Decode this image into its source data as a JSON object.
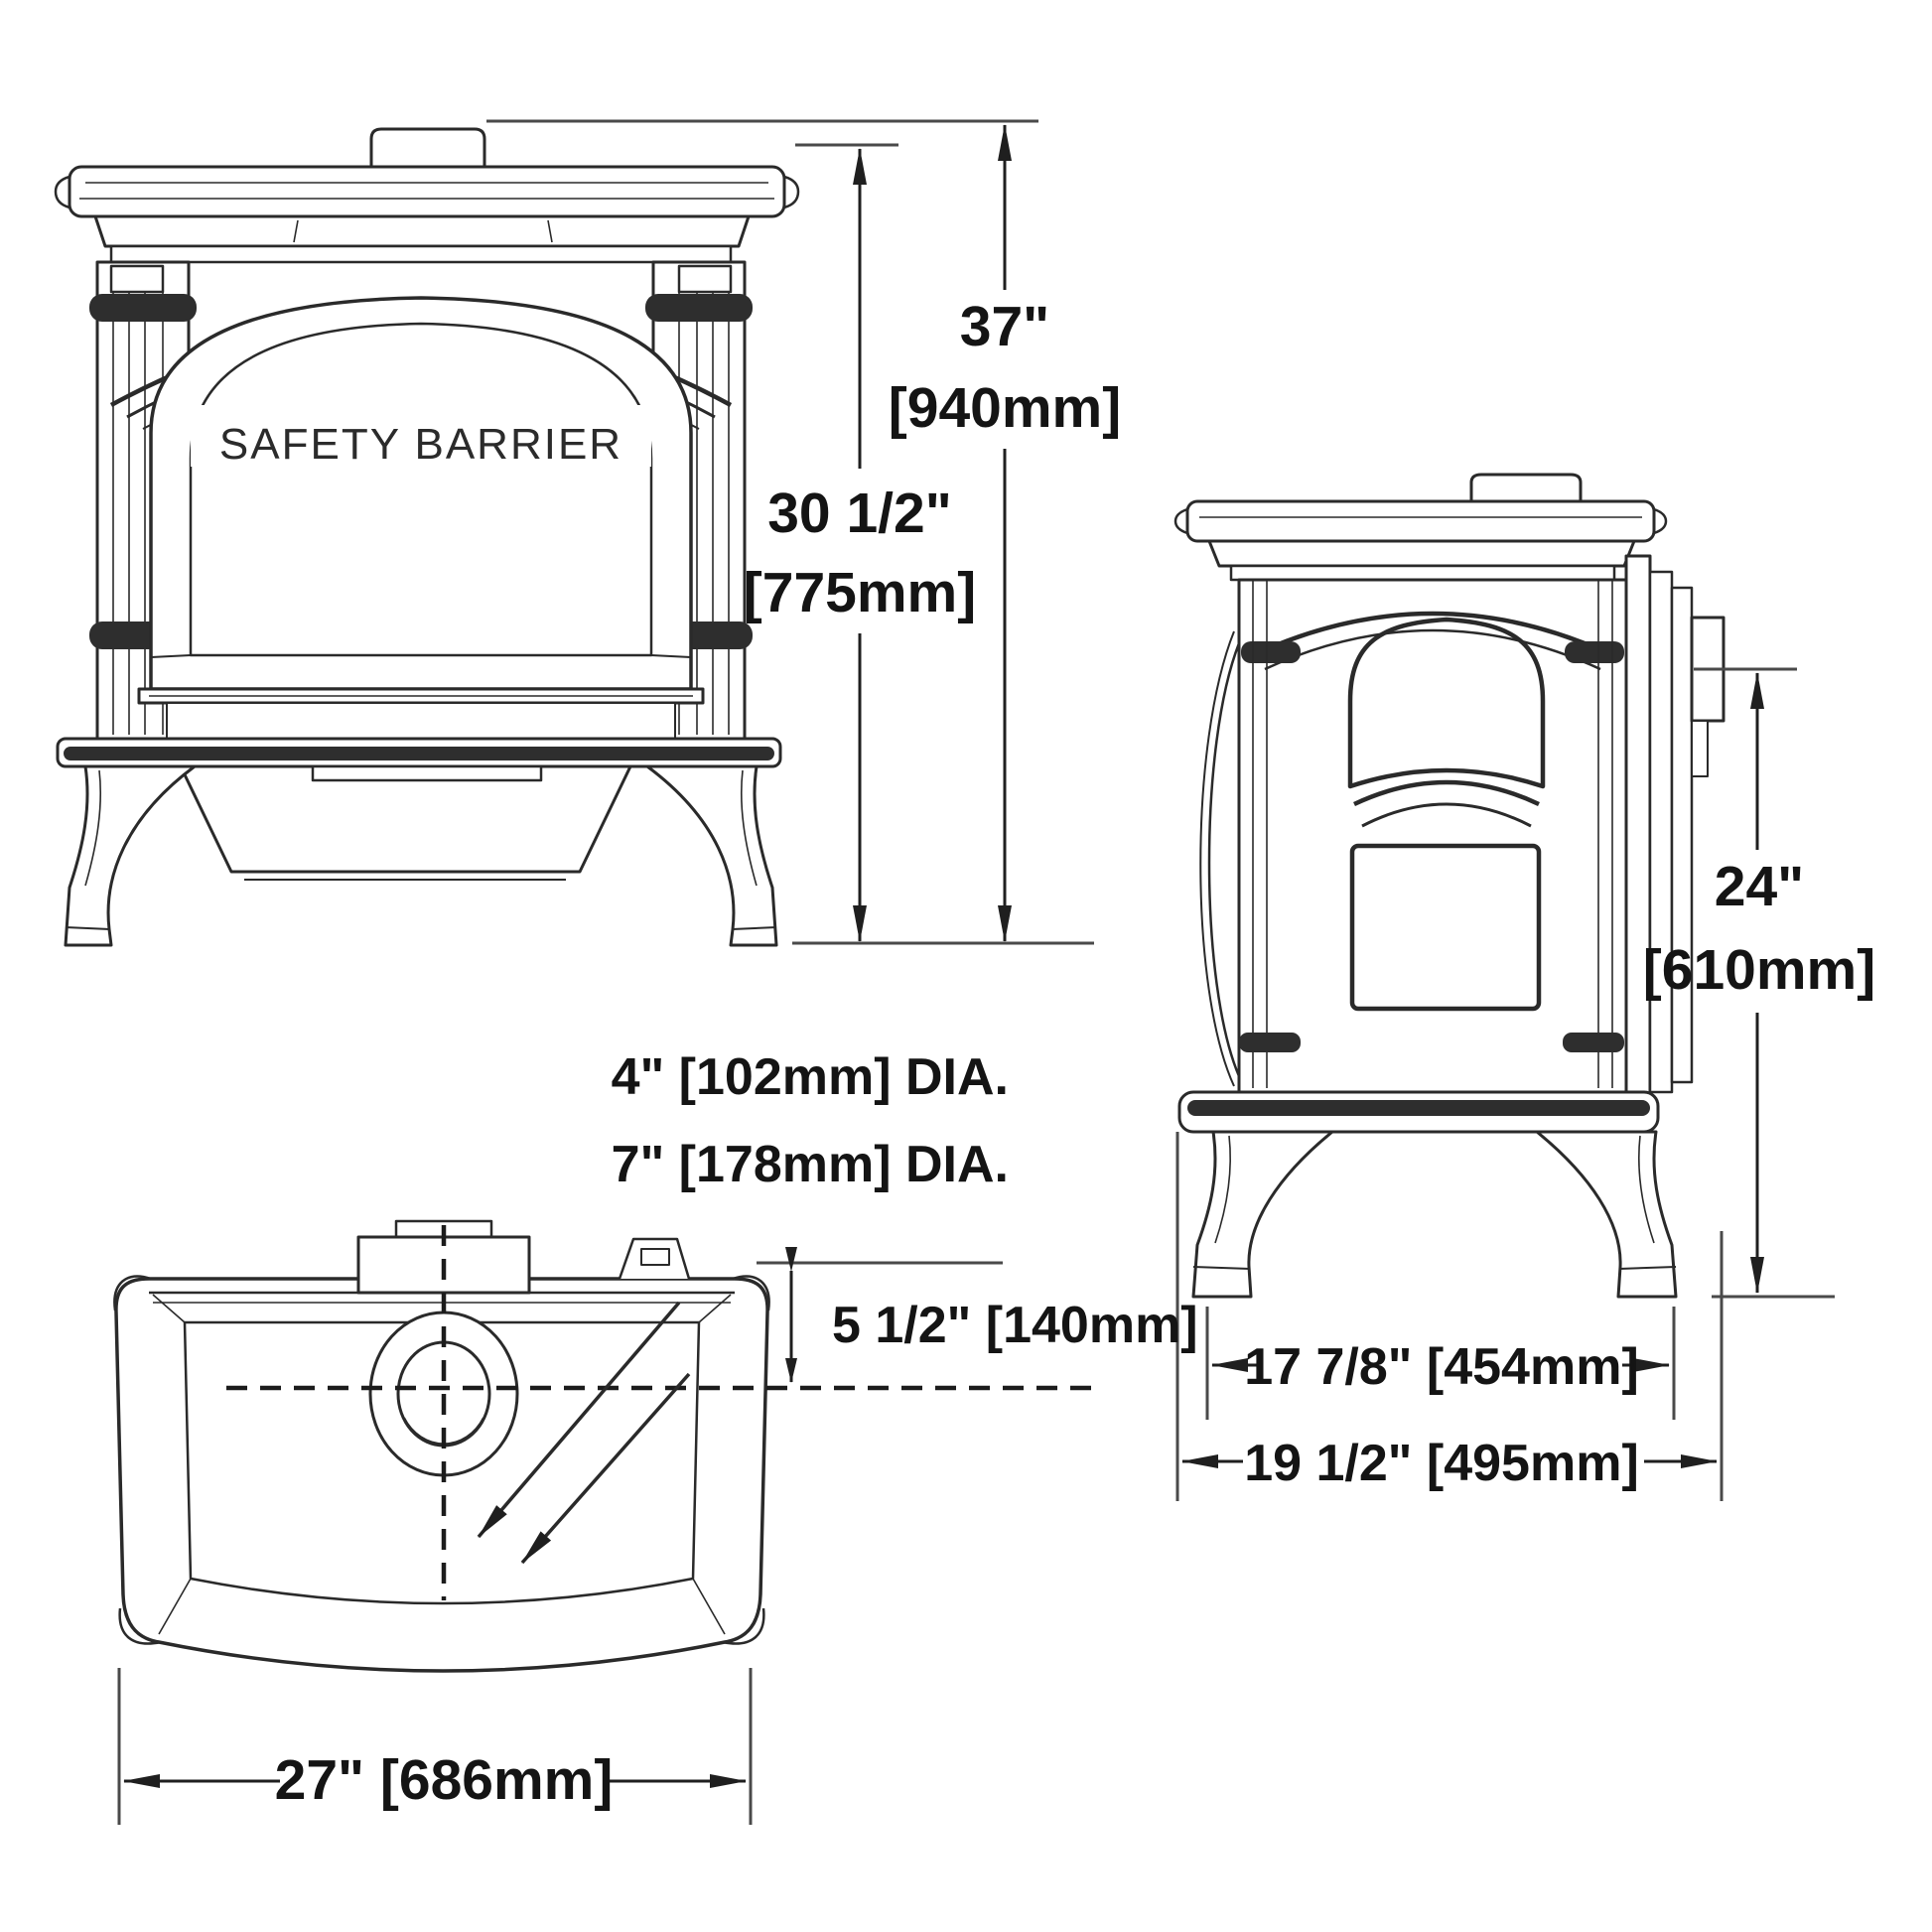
{
  "front_view": {
    "safety_barrier_label": "SAFETY BARRIER"
  },
  "dimensions": {
    "height_total_in": "37\"",
    "height_total_mm": "[940mm]",
    "height_body_in": "30 1/2\"",
    "height_body_mm": "[775mm]",
    "flue_small_dia": "4\" [102mm] DIA.",
    "flue_large_dia": "7\" [178mm] DIA.",
    "flue_center_offset": "5 1/2\" [140mm]",
    "rear_vent_height_in": "24\"",
    "rear_vent_height_mm": "[610mm]",
    "depth_body": "17 7/8\" [454mm]",
    "depth_overall": "19 1/2\" [495mm]",
    "width_overall": "27\" [686mm]"
  },
  "colors": {
    "line": "#2a2a2a",
    "text": "#141414",
    "background": "#ffffff"
  }
}
